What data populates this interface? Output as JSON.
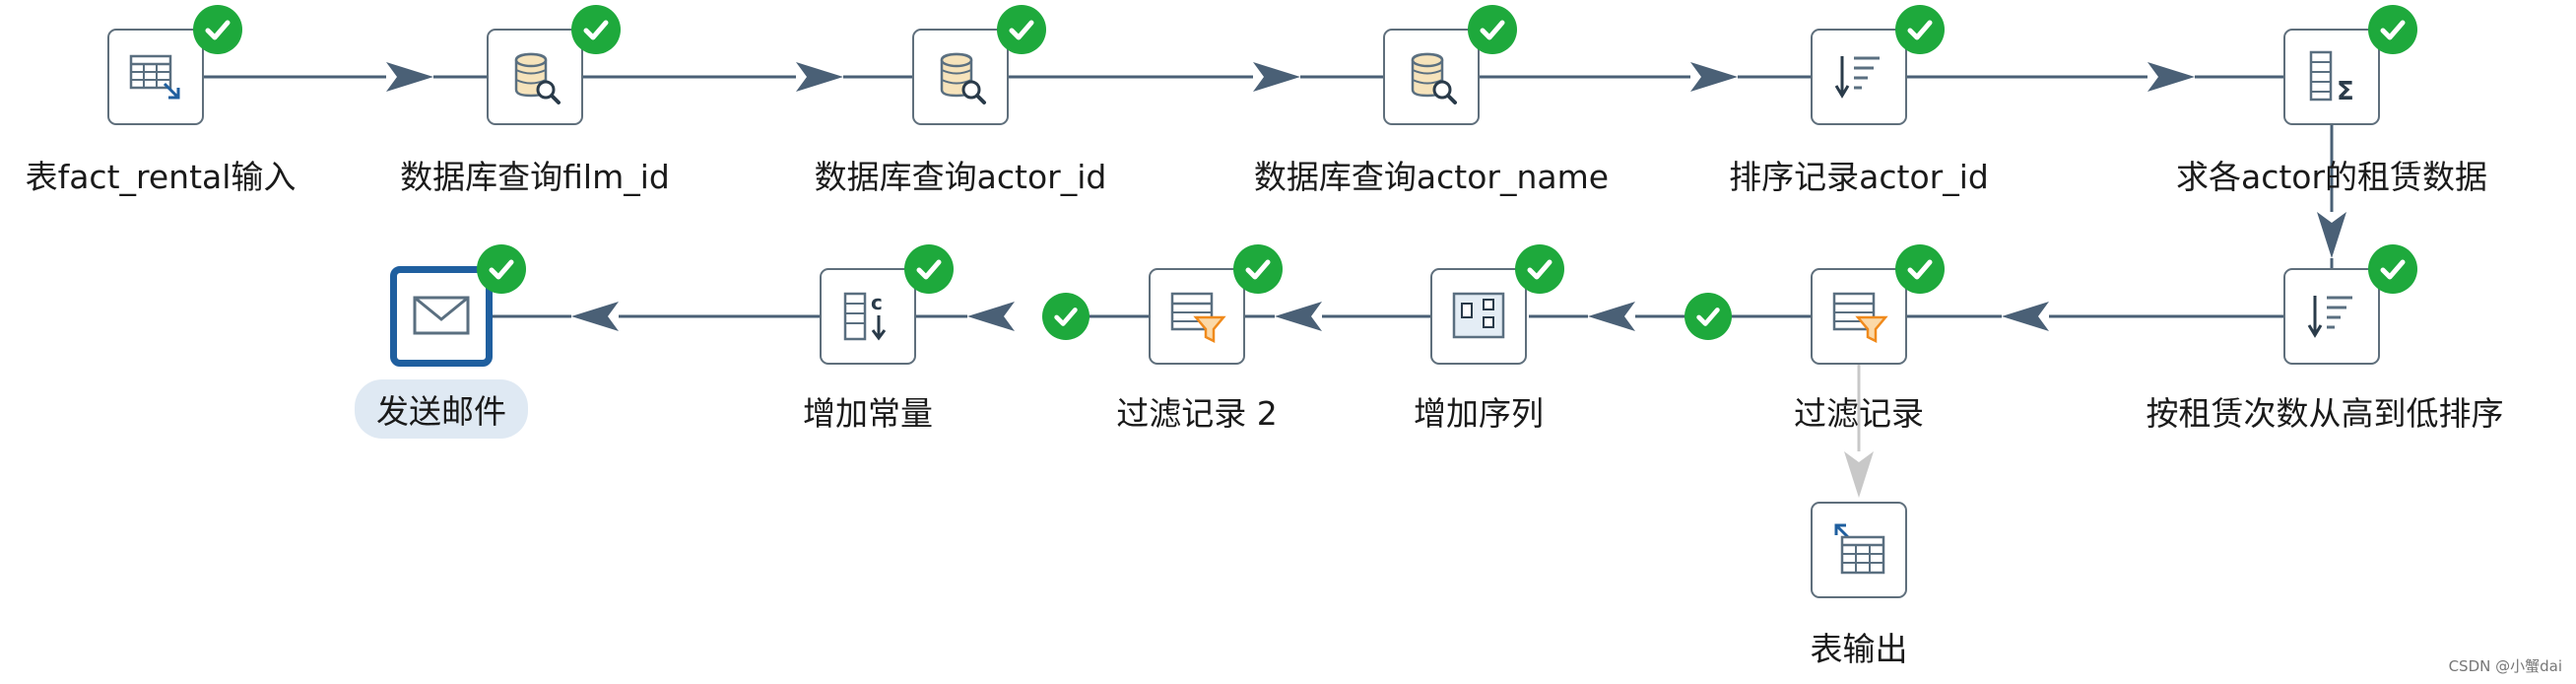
{
  "steps": {
    "table_input": {
      "label": "表fact_rental输入",
      "icon": "table-input-icon"
    },
    "lookup_film": {
      "label": "数据库查询film_id",
      "icon": "database-lookup-icon"
    },
    "lookup_actor": {
      "label": "数据库查询actor_id",
      "icon": "database-lookup-icon"
    },
    "lookup_actor_name": {
      "label": "数据库查询actor_name",
      "icon": "database-lookup-icon"
    },
    "sort_actor": {
      "label": "排序记录actor_id",
      "icon": "sort-rows-icon"
    },
    "group_by": {
      "label": "求各actor的租赁数据",
      "icon": "group-by-sum-icon"
    },
    "sort_desc": {
      "label": "按租赁次数从高到低排序",
      "icon": "sort-rows-icon"
    },
    "filter": {
      "label": "过滤记录",
      "icon": "filter-rows-icon"
    },
    "add_sequence": {
      "label": "增加序列",
      "icon": "add-sequence-icon"
    },
    "filter2": {
      "label": "过滤记录 2",
      "icon": "filter-rows-icon"
    },
    "add_constant": {
      "label": "增加常量",
      "icon": "add-constants-icon"
    },
    "send_mail": {
      "label": "发送邮件",
      "icon": "mail-icon"
    },
    "table_output": {
      "label": "表输出",
      "icon": "table-output-icon"
    }
  },
  "colors": {
    "hop": "#4a6076",
    "hop_disabled": "#c8c8c8",
    "check": "#1ea93c",
    "selected_border": "#1f5f9f",
    "label_highlight": "#dfe9f3"
  },
  "watermark": "CSDN @小蟹dai"
}
